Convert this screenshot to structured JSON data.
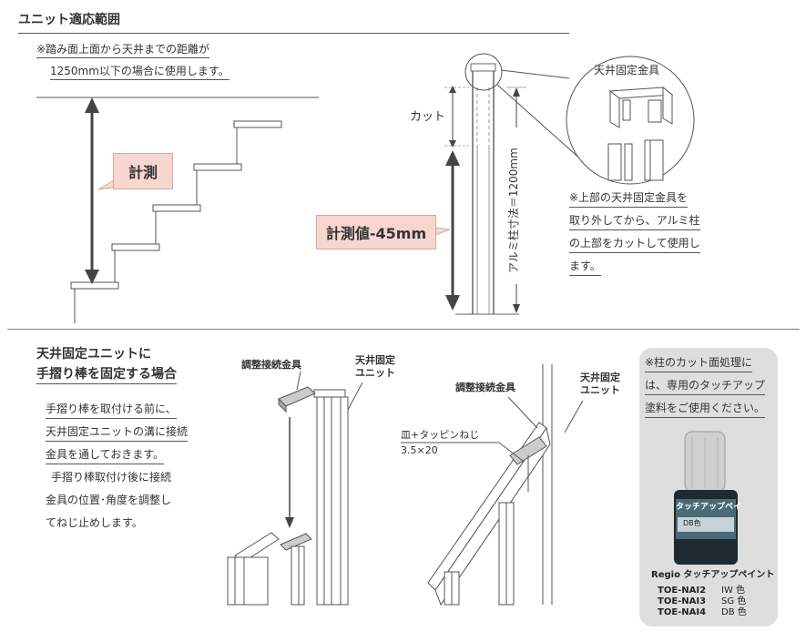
{
  "section1": {
    "title": "ユニット適応範囲",
    "note_line1": "※踏み面上面から天井までの距離が",
    "note_line2": "1250mm以下の場合に使用します。",
    "measure_label": "計測",
    "measure_value_label": "計測値-45mm",
    "cut_label": "カット",
    "pillar_dim_label": "アルミ柱寸法＝1200mm",
    "fixture_label": "天井固定金具",
    "instruction_lines": [
      "※上部の天井固定金具を",
      "取り外してから、アルミ柱",
      "の上部をカットして使用し",
      "ます。"
    ]
  },
  "section2": {
    "title_line1": "天井固定ユニットに",
    "title_line2": "手摺り棒を固定する場合",
    "body_lines": [
      "手摺り棒を取付ける前に、",
      "天井固定ユニットの溝に接続",
      "金具を通しておきます。",
      "手摺り棒取付け後に接続",
      "金具の位置･角度を調整し",
      "てねじ止めします。"
    ],
    "diagram1_bracket_label": "調整接続金具",
    "diagram1_unit_label_line1": "天井固定",
    "diagram1_unit_label_line2": "ユニット",
    "diagram2_bracket_label": "調整接続金具",
    "diagram2_unit_label_line1": "天井固定",
    "diagram2_unit_label_line2": "ユニット",
    "screw_label_line1": "皿+タッピンねじ",
    "screw_label_line2": "3.5×20"
  },
  "touchup": {
    "note_lines": [
      "※柱のカット面処理に",
      "は、専用のタッチアップ",
      "塗料をご使用ください。"
    ],
    "bottle_label": "タッチアップペイ",
    "bottle_sublabel": "DB色",
    "product_name": "Regio タッチアップペイント",
    "products": [
      {
        "code": "TOE-NAI2",
        "color": "IW 色"
      },
      {
        "code": "TOE-NAI3",
        "color": "SG 色"
      },
      {
        "code": "TOE-NAI4",
        "color": "DB 色"
      }
    ]
  },
  "colors": {
    "pink_fill": "#f6d6cf",
    "panel_grey": "#dedede",
    "divider": "#8a7a6a",
    "bottle_body": "#1e2a30",
    "cap": "#d0d0d0"
  }
}
